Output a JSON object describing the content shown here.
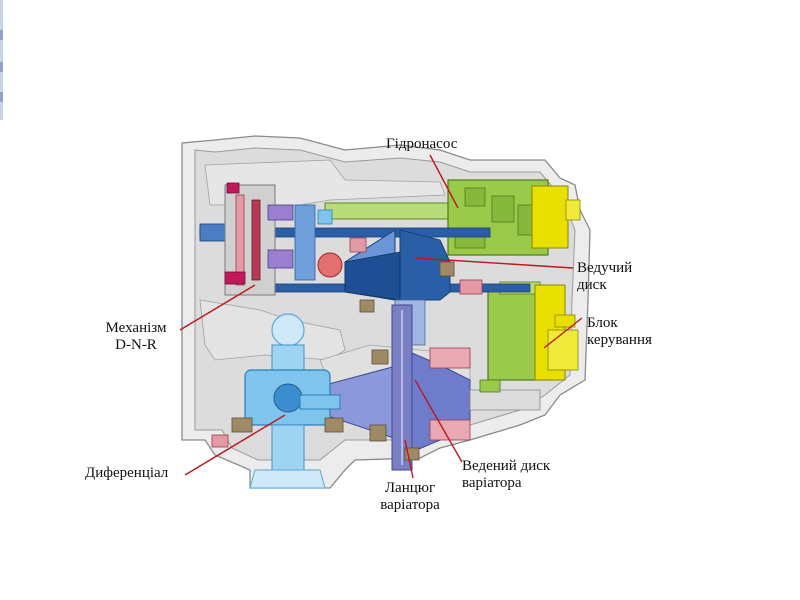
{
  "labels": {
    "pump": "Гідронасос",
    "drive_disc_line1": "Ведучий",
    "drive_disc_line2": "диск",
    "control_line1": "Блок",
    "control_line2": "керування",
    "dnr_line1": "Механізм",
    "dnr_line2": "D-N-R",
    "differential": "Диференціал",
    "driven_disc_line1": "Ведений диск",
    "driven_disc_line2": "варіатора",
    "chain_line1": "Ланцюг",
    "chain_line2": "варіатора"
  },
  "colors": {
    "leader_line": "#c0161c",
    "housing": "#d9d9d9",
    "housing_stroke": "#8a8a8a",
    "pump_green": "#9bc94a",
    "control_yellow": "#e8e000",
    "pulley_blue": "#2a5fa8",
    "light_blue": "#7fc4ec",
    "chain_purple": "#7a7fc4",
    "bearing_pink": "#e39aa6",
    "bearing_tan": "#9e8a64"
  }
}
